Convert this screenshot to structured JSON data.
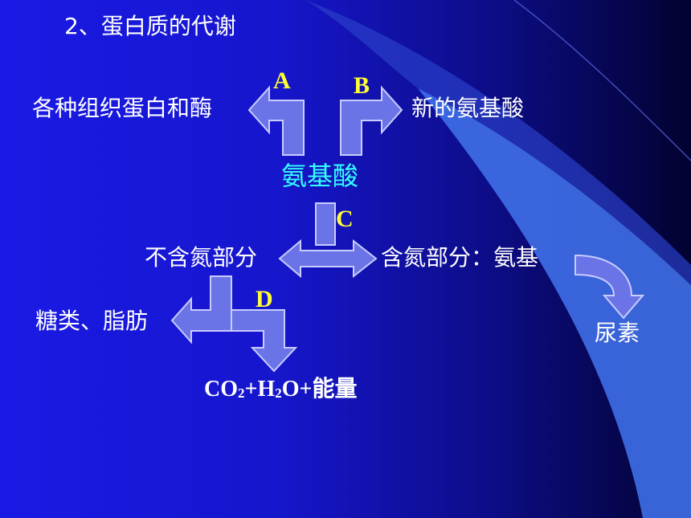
{
  "slide": {
    "title": "2、蛋白质的代谢",
    "center": "氨基酸",
    "labels": {
      "A": "A",
      "B": "B",
      "C": "C",
      "D": "D"
    },
    "left_product": "各种组织蛋白和酶",
    "right_product": "新的氨基酸",
    "non_nitrogen": "不含氮部分",
    "nitrogen": "含氮部分：氨基",
    "sugars_fats": "糖类、脂肪",
    "urea": "尿素",
    "energy": {
      "co": "CO",
      "two_a": "2",
      "plus_h": "+H",
      "two_b": "2",
      "tail": "O+能量"
    }
  },
  "colors": {
    "background": "#1616cc",
    "arrow_fill": "#6b74e6",
    "arrow_stroke": "#c8ccff",
    "label_yellow": "#ffff33",
    "center_cyan": "#33ffff"
  }
}
